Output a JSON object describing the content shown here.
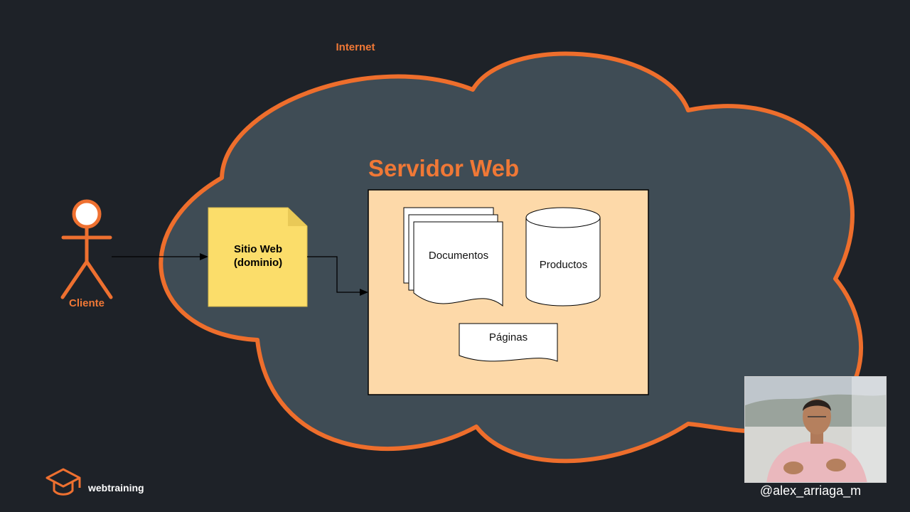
{
  "diagram": {
    "internet_label": "Internet",
    "server_title": "Servidor Web",
    "client_label": "Cliente",
    "site_label_line1": "Sitio Web",
    "site_label_line2": "(dominio)",
    "documents_label": "Documentos",
    "products_label": "Productos",
    "pages_label": "Páginas"
  },
  "brand": {
    "name": "webtraining"
  },
  "presenter": {
    "handle": "@alex_arriaga_m"
  },
  "colors": {
    "background": "#1e2228",
    "cloud_fill": "#3f4c55",
    "accent_orange": "#f07836",
    "server_box": "#fdd9a9",
    "site_note": "#fbdd6a"
  },
  "icons": [
    "cloud-shape",
    "actor-stick-figure",
    "note-shape",
    "multi-document-shape",
    "database-cylinder-shape",
    "document-shape",
    "graduation-cap-logo"
  ]
}
